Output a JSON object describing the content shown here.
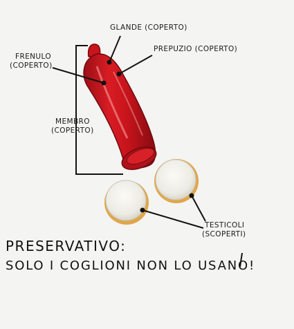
{
  "labels": {
    "glande": {
      "line1": "GLANDE (COPERTO)"
    },
    "prepuzio": {
      "line1": "PREPUZIO (COPERTO)"
    },
    "frenulo": {
      "line1": "FRENULO",
      "line2": "(COPERTO)"
    },
    "membro": {
      "line1": "MEMBRO",
      "line2": "(COPERTO)"
    },
    "testicoli": {
      "line1": "TESTICOLI",
      "line2": "(SCOPERTI)"
    }
  },
  "caption": {
    "line1": "PRESERVATIVO:",
    "line2": "SOLO I COGLIONI NON LO USANO!"
  },
  "colors": {
    "condom": "#c8141c",
    "condom_dark": "#8e0d14",
    "highlight": "#f08a86",
    "testicle": "#f1efe8",
    "testicle_rim": "#e0a64a",
    "ink": "#111111"
  }
}
